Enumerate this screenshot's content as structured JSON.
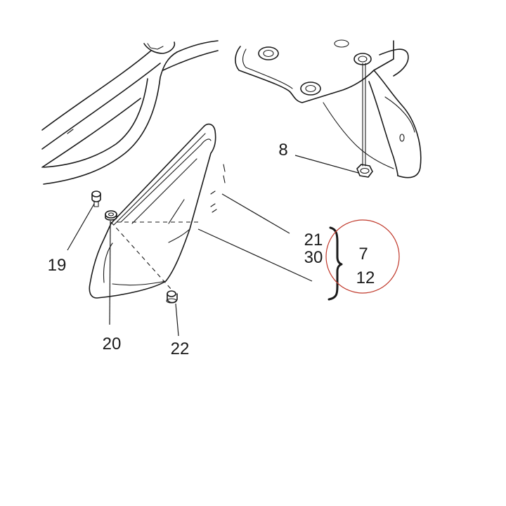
{
  "diagram": {
    "callouts": {
      "part_8": "8",
      "part_19": "19",
      "part_20": "20",
      "part_21": "21",
      "part_22": "22",
      "part_30": "30",
      "part_7": "7",
      "part_12": "12"
    },
    "highlight_color": "#c0392b"
  }
}
